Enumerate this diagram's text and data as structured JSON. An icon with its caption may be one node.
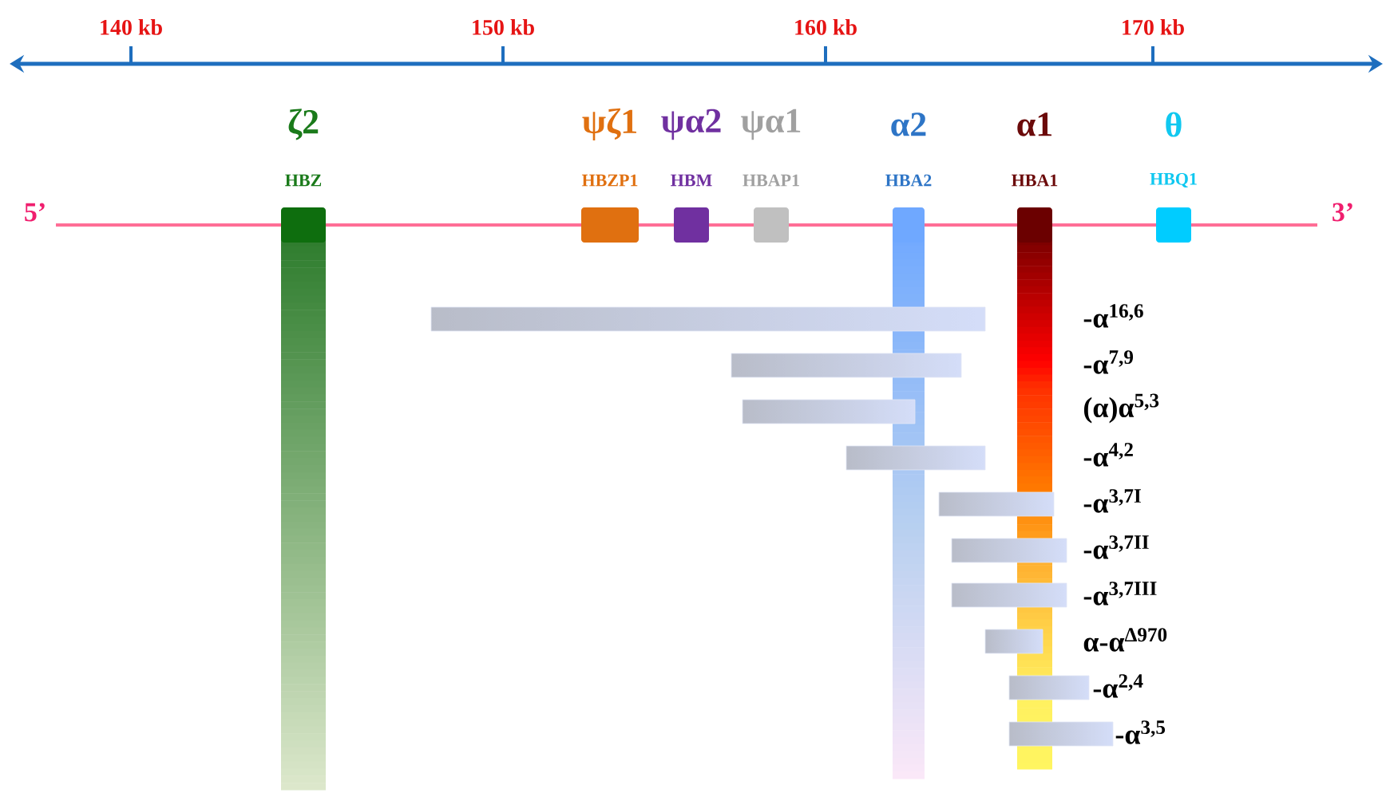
{
  "diagram": {
    "nodes": [
      {
        "text": [
          "ζ2",
          "HBZ"
        ]
      },
      {
        "text": [
          "ψζ1",
          "HBZP1"
        ]
      },
      {
        "text": [
          "ψα2",
          "HBM"
        ]
      },
      {
        "text": [
          "ψα1",
          "HBAP1"
        ]
      },
      {
        "text": [
          "α2",
          "HBA2"
        ]
      },
      {
        "text": [
          "α1",
          "HBA1"
        ]
      },
      {
        "text": [
          "θ",
          "HBQ1"
        ]
      },
      {
        "text": [],
        "shape": "bar"
      },
      {
        "text": [],
        "shape": "bar"
      },
      {
        "text": [],
        "shape": "bar"
      },
      {
        "text": [],
        "shape": "bar"
      },
      {
        "text": [],
        "shape": "bar"
      },
      {
        "text": [],
        "shape": "bar"
      },
      {
        "text": [],
        "shape": "bar"
      },
      {
        "text": [],
        "shape": "bar"
      },
      {
        "text": [],
        "shape": "bar"
      },
      {
        "text": [],
        "shape": "bar"
      }
    ],
    "labels": [
      "140 kb",
      "150 kb",
      "160 kb",
      "170 kb",
      "5’",
      "3’",
      "-α$^{16,6}$",
      "-α$^{7,9}$",
      "(α)α$^{5,3}$",
      "-α$^{4,2}$",
      "-α$^{3,7I}$",
      "-α$^{3,7II}$",
      "-α$^{3,7III}$",
      "α-α$^{Δ970}$",
      "-α$^{2,4}$",
      "-α$^{3,5}$"
    ]
  }
}
